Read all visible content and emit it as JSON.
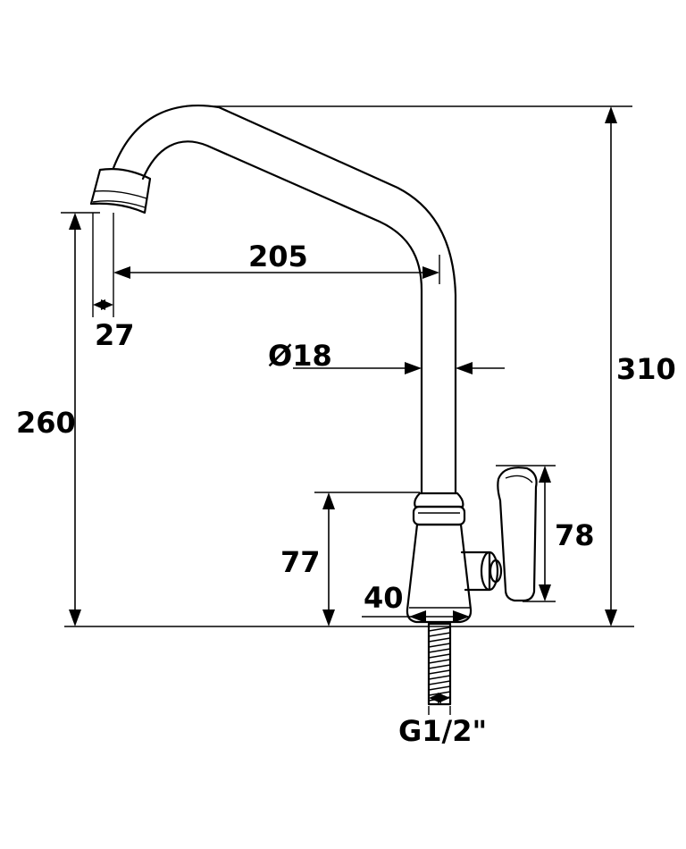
{
  "drawing": {
    "subject": "faucet",
    "dimensions": {
      "total_height": "310",
      "spout_height": "260",
      "spout_reach": "205",
      "aerator_width": "27",
      "pipe_diameter": "Ø18",
      "handle_height": "78",
      "body_height": "77",
      "base_width": "40",
      "thread": "G1/2\""
    }
  }
}
